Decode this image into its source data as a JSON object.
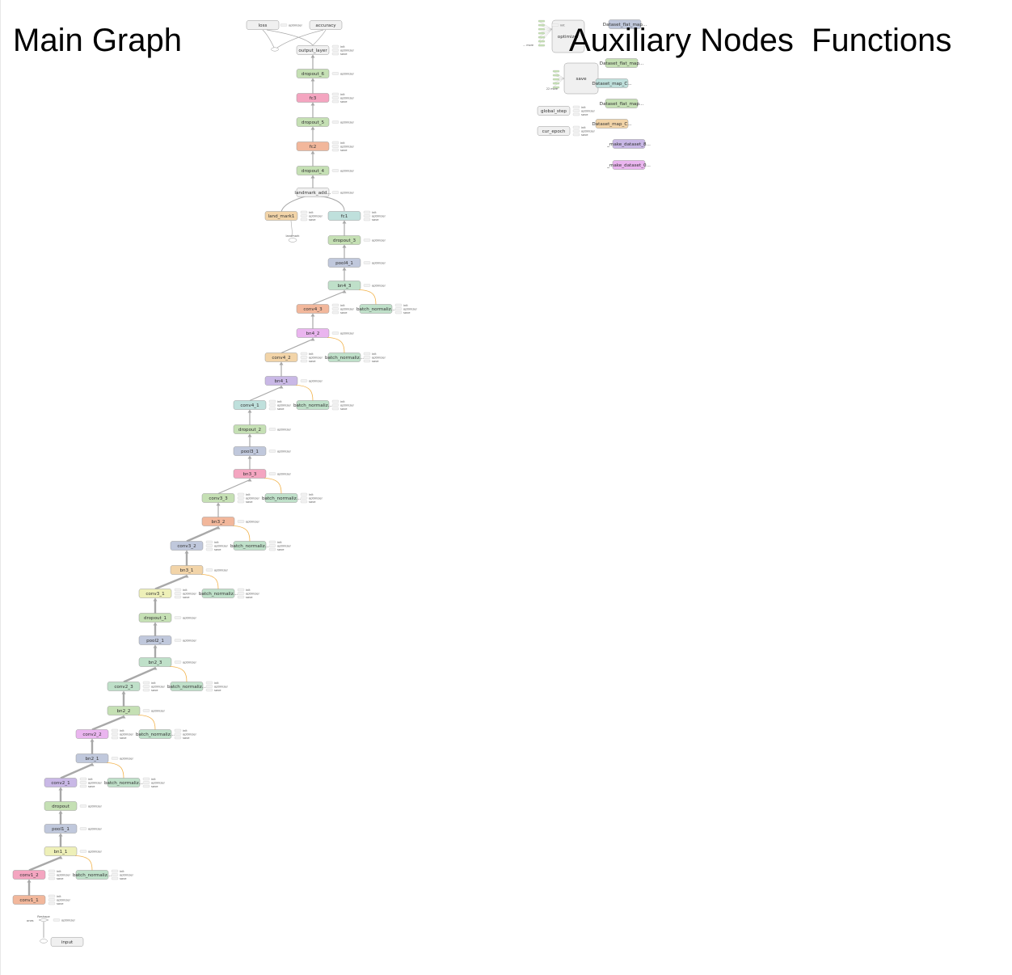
{
  "titles": {
    "main": "Main Graph",
    "aux": "Auxiliary Nodes",
    "functions": "Functions"
  },
  "colors": {
    "grey": "#f0f0f0",
    "green": "#c5e0b4",
    "pink": "#f4a5c0",
    "salmon": "#f2b79b",
    "tan": "#f2d4a8",
    "lavender": "#c9b8e6",
    "teal": "#bfe0dc",
    "slate": "#c0c8dc",
    "yellow": "#eef0b8",
    "magenta": "#eab5ef",
    "mint": "#bfe0c9",
    "edge": "#a8a8a8",
    "ctrl": "#f2b24a",
    "stroke": "#999999"
  },
  "small_labels": {
    "optimizer": "optimizer",
    "init": "init",
    "save": "save",
    "landmark": "landmark",
    "reshape": "Reshape",
    "ones": "ones",
    "more": "... more",
    "saver_more": "22 more"
  },
  "nodes": {
    "loss": "loss",
    "accuracy": "accuracy",
    "output_layer": "output_layer",
    "dropout_6": "dropout_6",
    "fc3": "fc3",
    "dropout_5": "dropout_5",
    "fc2": "fc2",
    "dropout_4": "dropout_4",
    "landmark_add": "landmark_add...",
    "land_mark1": "land_mark1",
    "fc1": "fc1",
    "dropout_3": "dropout_3",
    "pool4_1": "pool4_1",
    "bn4_3": "bn4_3",
    "conv4_3": "conv4_3",
    "bn4_2": "bn4_2",
    "conv4_2": "conv4_2",
    "bn4_1": "bn4_1",
    "conv4_1": "conv4_1",
    "dropout_2": "dropout_2",
    "pool3_1": "pool3_1",
    "bn3_3": "bn3_3",
    "conv3_3": "conv3_3",
    "bn3_2": "bn3_2",
    "conv3_2": "conv3_2",
    "bn3_1": "bn3_1",
    "conv3_1": "conv3_1",
    "dropout_1": "dropout_1",
    "pool2_1": "pool2_1",
    "bn2_3": "bn2_3",
    "conv2_3": "conv2_3",
    "bn2_2": "bn2_2",
    "conv2_2": "conv2_2",
    "bn2_1": "bn2_1",
    "conv2_1": "conv2_1",
    "dropout": "dropout",
    "pool1_1": "pool1_1",
    "bn1_1": "bn1_1",
    "conv1_2": "conv1_2",
    "conv1_1": "conv1_1",
    "input": "input",
    "batch_norm": "batch_normaliz...",
    "optimizer_aux": "optimizer",
    "save_aux": "save",
    "global_step": "global_step",
    "cur_epoch": "cur_epoch",
    "fn1": "Dataset_flat_map...",
    "fn2": "Dataset_map_C...",
    "fn3": "Dataset_flat_map...",
    "fn4": "Dataset_flat_map...",
    "fn5": "Dataset_map_C...",
    "fn6": "_make_dataset_8...",
    "fn7": "_make_dataset_0..."
  }
}
